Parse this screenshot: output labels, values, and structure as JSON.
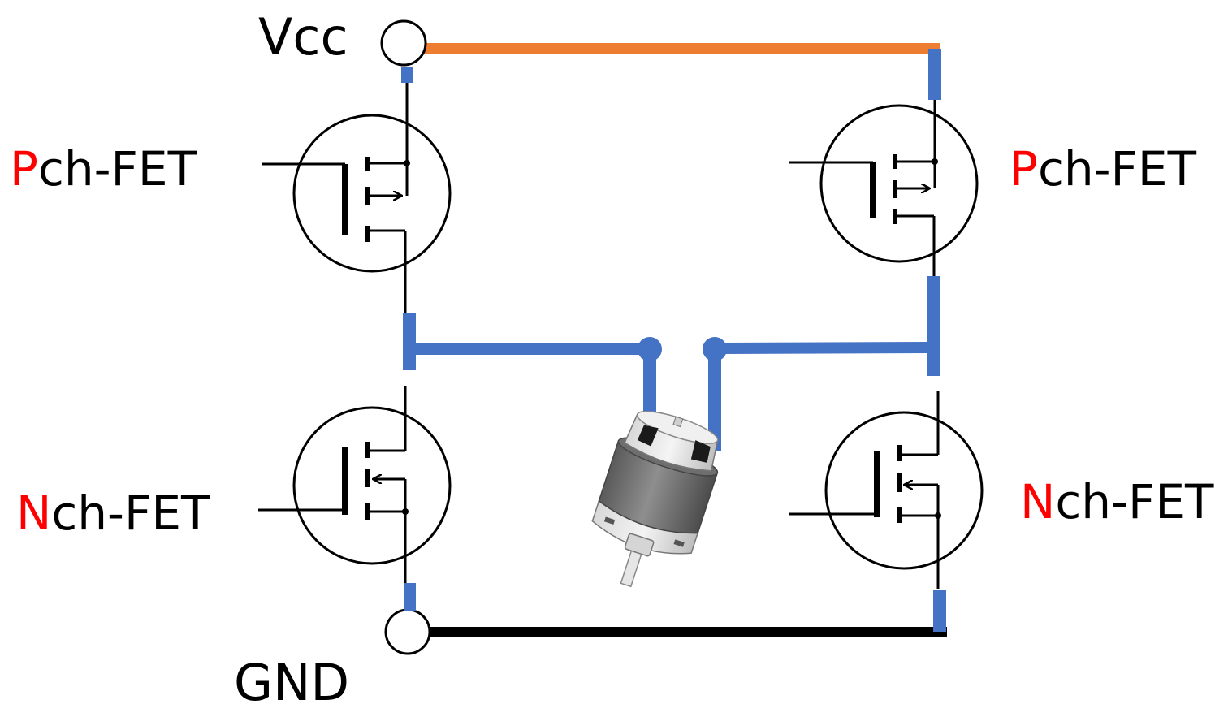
{
  "labels": {
    "vcc": "Vcc",
    "gnd": "GND",
    "top_left": {
      "prefix": "P",
      "rest": "ch-FET"
    },
    "top_right": {
      "prefix": "P",
      "rest": "ch-FET"
    },
    "bottom_left": {
      "prefix": "N",
      "rest": "ch-FET"
    },
    "bottom_right": {
      "prefix": "N",
      "rest": "ch-FET"
    }
  },
  "colors": {
    "vcc_rail": "#ED7D31",
    "gnd_rail": "#000000",
    "wire_highlight": "#4472C4",
    "channel_prefix": "#FF0000",
    "symbol_stroke": "#000000"
  },
  "components": {
    "motor": "dc-motor",
    "transistors": [
      "p-channel-mosfet",
      "p-channel-mosfet",
      "n-channel-mosfet",
      "n-channel-mosfet"
    ]
  }
}
